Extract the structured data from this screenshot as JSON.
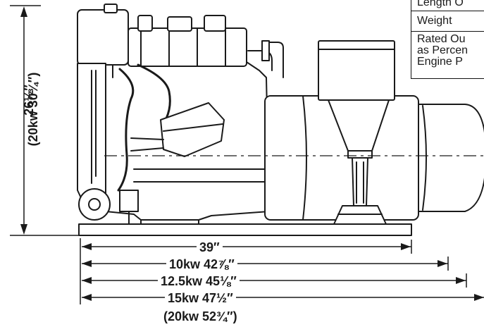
{
  "height_dimension": {
    "main_label": "26½″",
    "alt_label": "(20kw 30¾″)"
  },
  "length_dimensions": [
    {
      "label": "39″"
    },
    {
      "label": "10kw 42⅞″"
    },
    {
      "label": "12.5kw 45⅛″"
    },
    {
      "label": "15kw 47½″"
    },
    {
      "label": "(20kw 52¾″)"
    }
  ],
  "spec_table": {
    "row_length": "Length O",
    "row_weight": "Weight",
    "row_rated_1": "Rated Ou",
    "row_rated_2": "as Percen",
    "row_rated_3": "Engine P"
  },
  "colors": {
    "ink": "#1a1a1a",
    "paper": "#ffffff"
  }
}
